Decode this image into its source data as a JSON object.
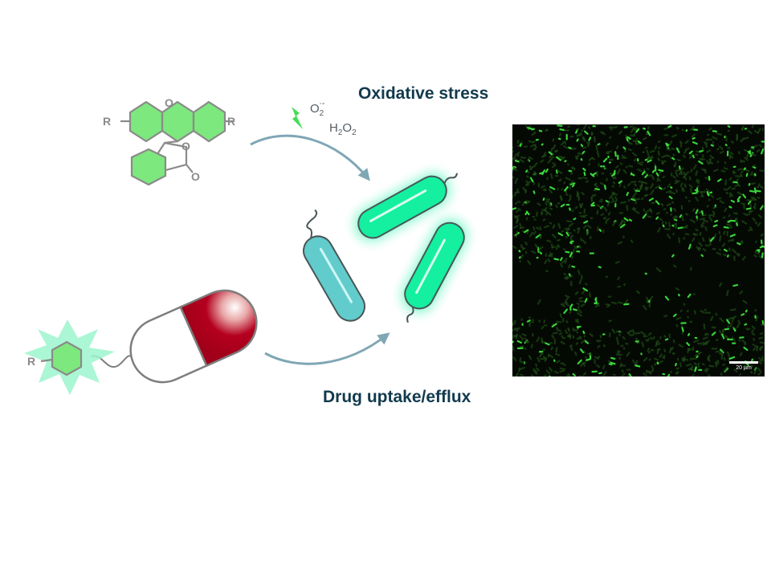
{
  "headings": {
    "oxidative_stress": "Oxidative stress",
    "drug_uptake": "Drug uptake/efflux"
  },
  "species": {
    "superoxide_base": "O",
    "superoxide_sub": "2",
    "superoxide_sup": "·-",
    "peroxide_a": "H",
    "peroxide_sub1": "2",
    "peroxide_b": "O",
    "peroxide_sub2": "2"
  },
  "fluorescein_atoms": {
    "ring_o": "O",
    "r_left": "R",
    "r_right": "R",
    "lactone_o": "O",
    "carbonyl_o": "O"
  },
  "probe_atoms": {
    "r": "R"
  },
  "micrograph": {
    "scale_label": "20 µm"
  },
  "colors": {
    "heading": "#123a4d",
    "fluor_green": "#7de87d",
    "glow_bacterium": "#14f0a0",
    "dark_bacterium": "#62cccc",
    "capsule_red": "#b4001e",
    "arrow": "#7fa7b4",
    "micrograph_background": "#040a03",
    "micrograph_cells": "#3dde3d"
  }
}
